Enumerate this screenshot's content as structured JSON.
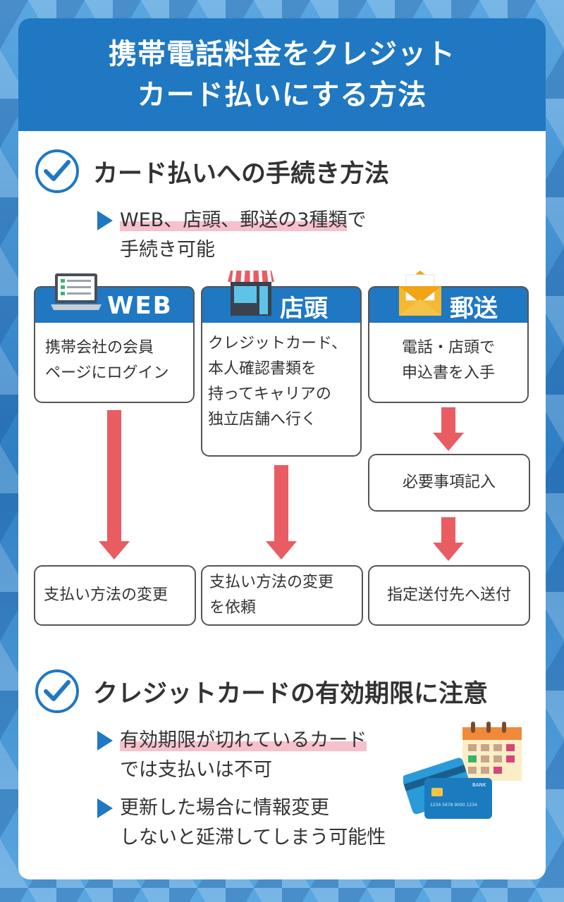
{
  "header": {
    "title_line1": "携帯電話料金をクレジット",
    "title_line2": "カード払いにする方法"
  },
  "section1": {
    "title": "カード払いへの手続き方法",
    "bullet_highlight": "WEB、店頭、郵送の3種類",
    "bullet_rest": "で",
    "bullet_line2": "手続き可能"
  },
  "columns": {
    "web": {
      "label": "WEB",
      "step1_line1": "携帯会社の会員",
      "step1_line2": "ページにログイン",
      "final": "支払い方法の変更"
    },
    "store": {
      "label": "店頭",
      "step1_line1": "クレジットカード、",
      "step1_line2": "本人確認書類を",
      "step1_line3": "持ってキャリアの",
      "step1_line4": "独立店舗へ行く",
      "final_line1": "支払い方法の変更",
      "final_line2": "を依頼"
    },
    "mail": {
      "label": "郵送",
      "step1_line1": "電話・店頭で",
      "step1_line2": "申込書を入手",
      "step2": "必要事項記入",
      "final": "指定送付先へ送付"
    }
  },
  "section2": {
    "title": "クレジットカードの有効期限に注意",
    "bullet1_highlight": "有効期限が切れているカード",
    "bullet1_line2": "では支払いは不可",
    "bullet2_line1": "更新した場合に情報変更",
    "bullet2_line2": "しないと延滞してしまう可能性",
    "card_text": "BANK",
    "card_number": "1234 5678 9000 1234"
  },
  "colors": {
    "accent_blue": "#1f78c1",
    "arrow_red": "#e85c62",
    "highlight_pink": "#f6c1cc"
  },
  "icons": [
    "check-circle-icon",
    "laptop-icon",
    "storefront-icon",
    "envelope-icon",
    "calendar-icon",
    "credit-card-icon"
  ]
}
